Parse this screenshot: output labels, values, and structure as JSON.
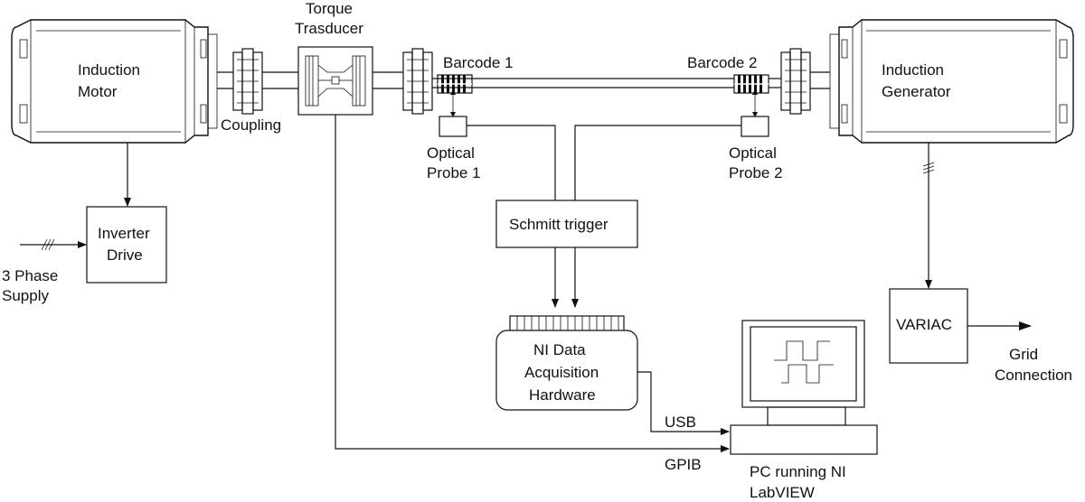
{
  "labels": {
    "induction_motor_1": "Induction",
    "induction_motor_2": "Motor",
    "torque_transducer_1": "Torque",
    "torque_transducer_2": "Trasducer",
    "coupling": "Coupling",
    "barcode_1": "Barcode 1",
    "barcode_2": "Barcode 2",
    "induction_generator_1": "Induction",
    "induction_generator_2": "Generator",
    "optical_probe_1_line1": "Optical",
    "optical_probe_1_line2": "Probe 1",
    "optical_probe_2_line1": "Optical",
    "optical_probe_2_line2": "Probe 2",
    "inverter_drive_1": "Inverter",
    "inverter_drive_2": "Drive",
    "supply_1": "3 Phase",
    "supply_2": "Supply",
    "schmitt_trigger": "Schmitt trigger",
    "ni_daq_1": "NI Data",
    "ni_daq_2": "Acquisition",
    "ni_daq_3": "Hardware",
    "variac": "VARIAC",
    "grid_1": "Grid",
    "grid_2": "Connection",
    "usb": "USB",
    "gpib": "GPIB",
    "pc_1": "PC running NI",
    "pc_2": "LabVIEW"
  },
  "icons": {
    "motor": "induction-motor-icon",
    "generator": "induction-generator-icon",
    "coupling": "coupling-icon",
    "torque": "torque-transducer-icon",
    "barcode": "barcode-icon",
    "pc": "computer-monitor-icon"
  }
}
